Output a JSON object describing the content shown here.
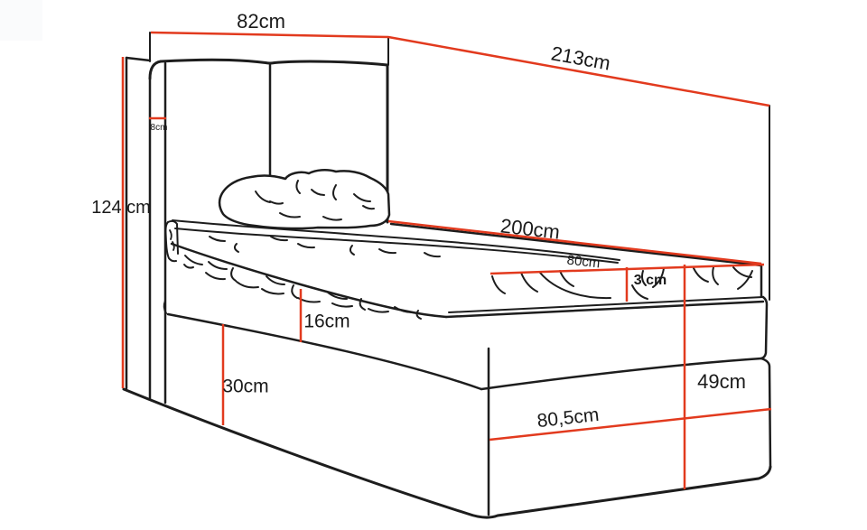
{
  "diagram": {
    "subject": "upholstered-bed-technical-drawing",
    "colors": {
      "background": "#ffffff",
      "line": "#1d1d1d",
      "accent": "#e23a1e",
      "label": "#1a1a1a"
    },
    "labels": {
      "top_width": "82cm",
      "diagonal_length": "213cm",
      "headboard_height": "124 cm",
      "post_width": "8cm",
      "mattress_length": "200cm",
      "mattress_width": "80cm",
      "topper_height": "3 cm",
      "upper_base_height": "16cm",
      "lower_base_height": "30cm",
      "foot_height": "49cm",
      "foot_width": "80,5cm"
    }
  }
}
